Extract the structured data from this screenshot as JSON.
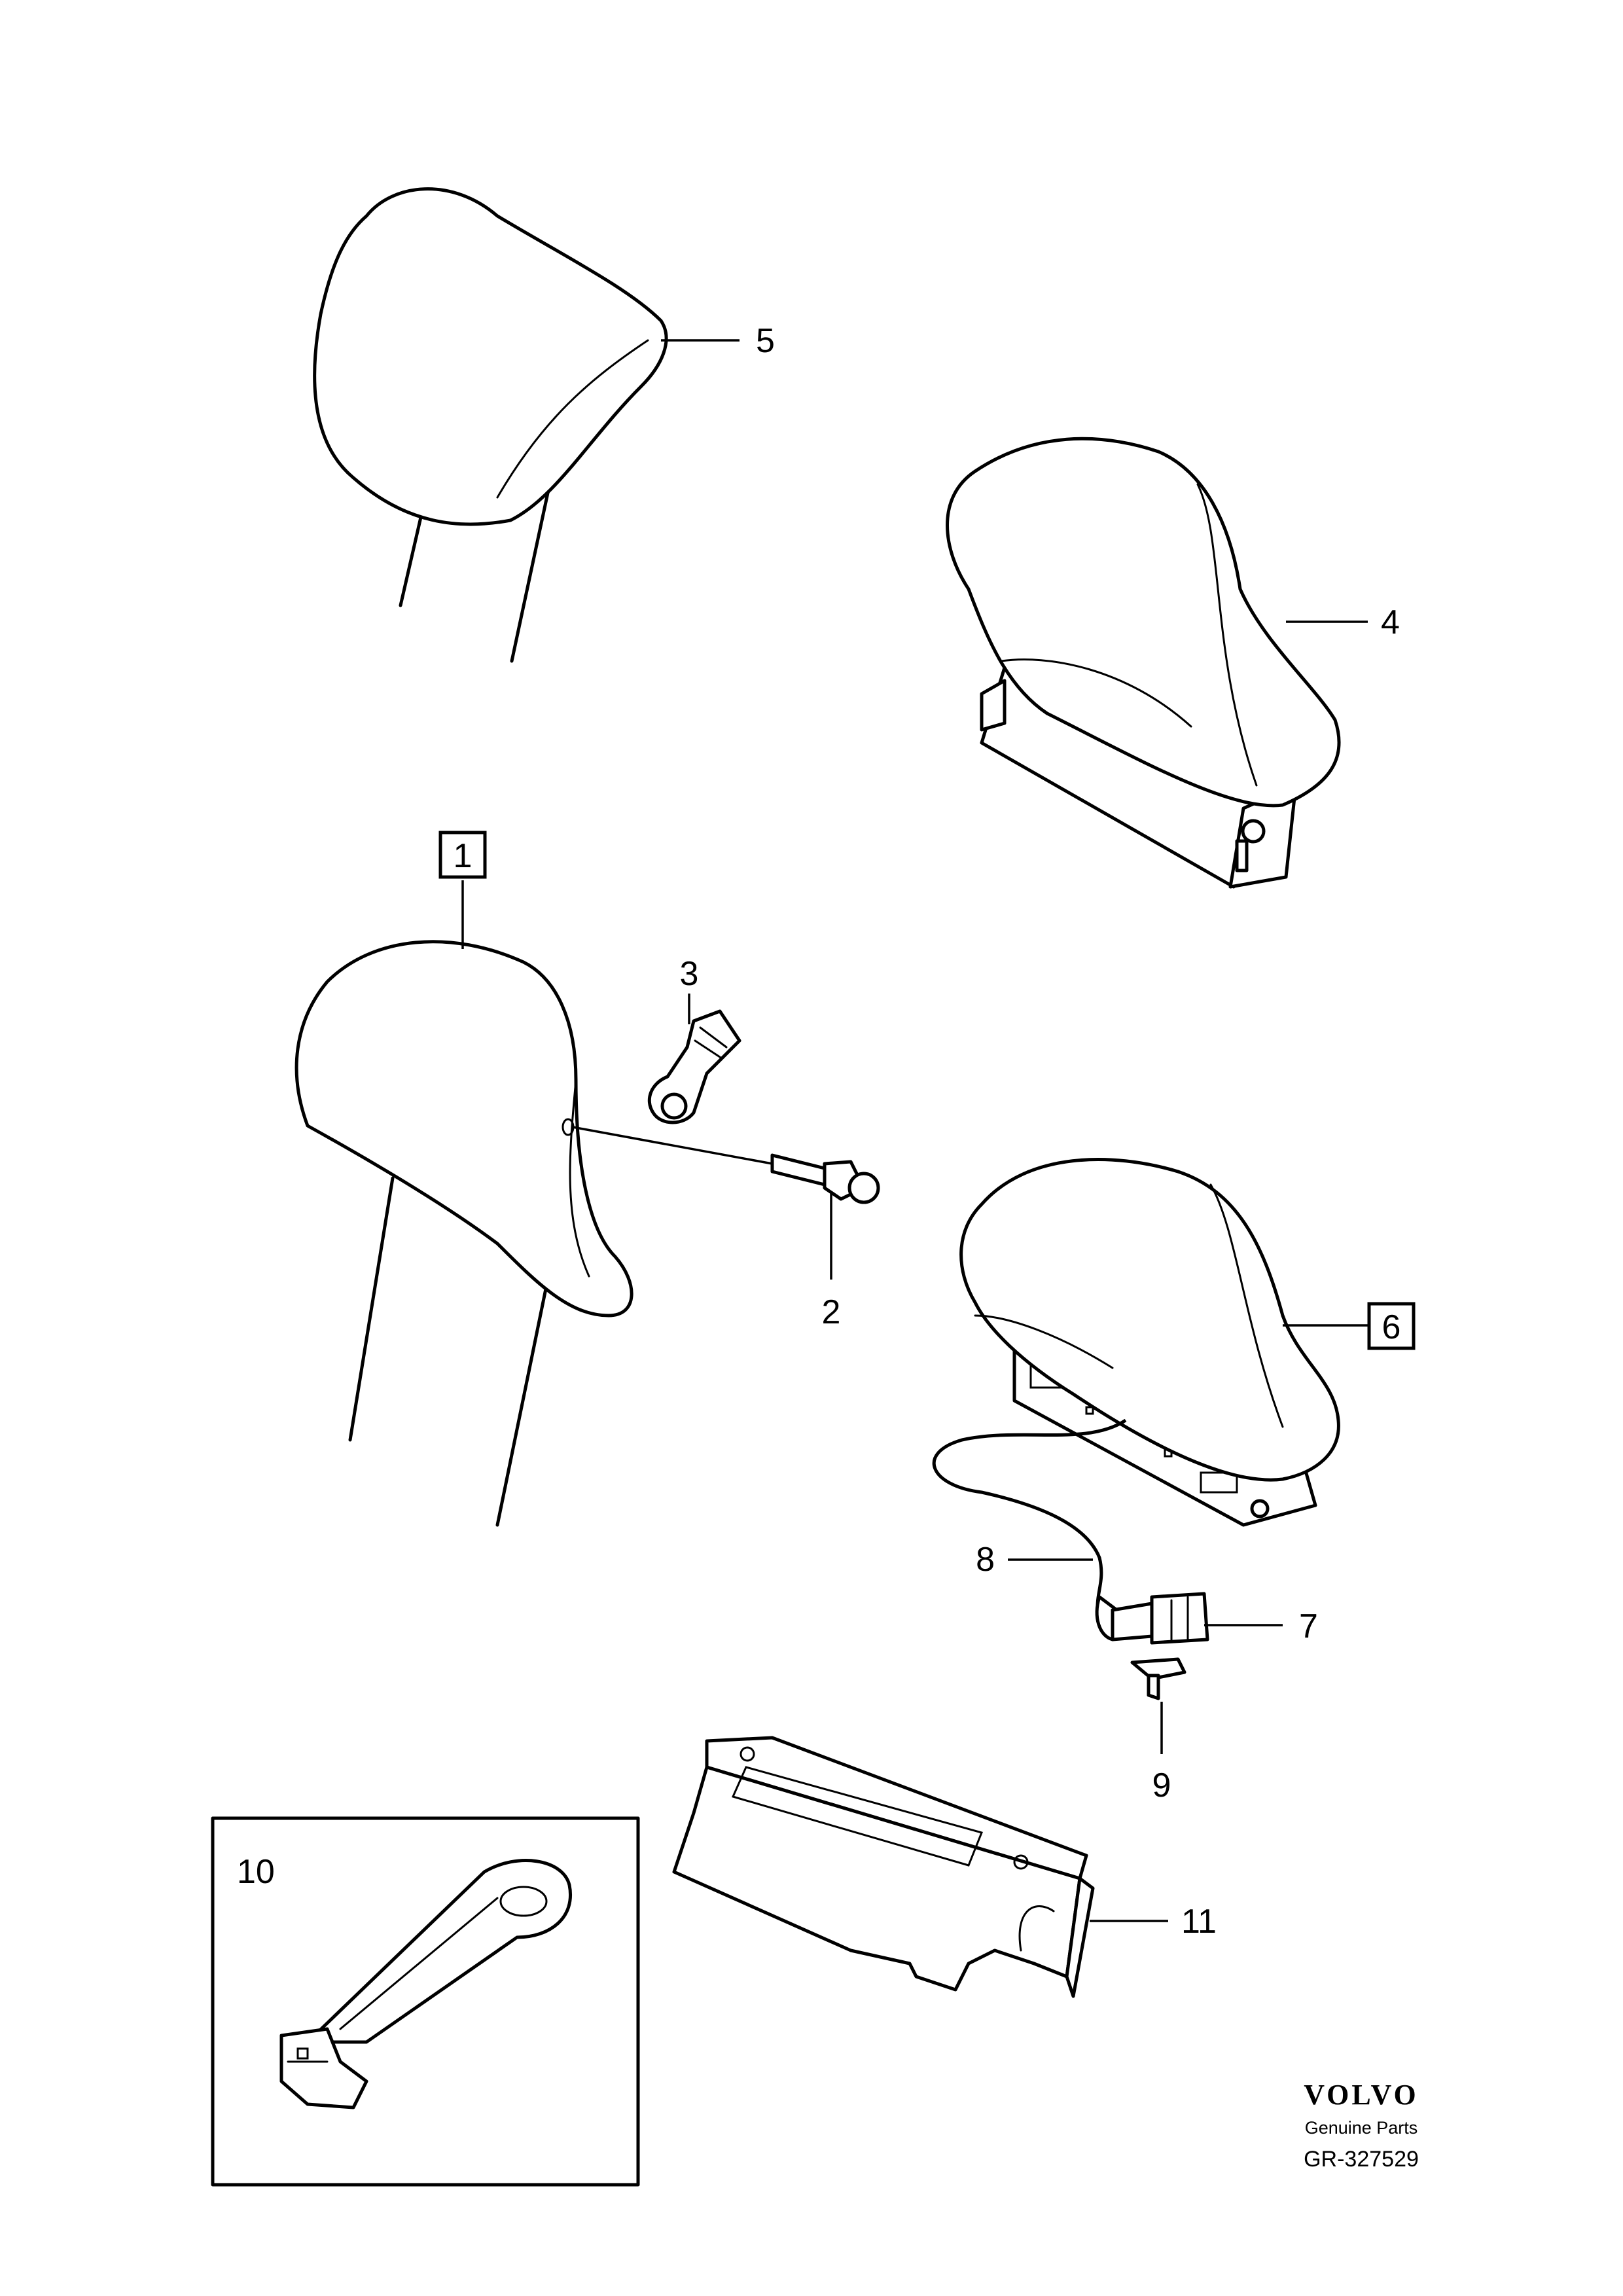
{
  "callouts": {
    "c1": "1",
    "c2": "2",
    "c3": "3",
    "c4": "4",
    "c5": "5",
    "c6": "6",
    "c7": "7",
    "c8": "8",
    "c9": "9",
    "c10": "10",
    "c11": "11"
  },
  "footer": {
    "brand": "VOLVO",
    "tagline": "Genuine Parts",
    "reference": "GR-327529"
  }
}
